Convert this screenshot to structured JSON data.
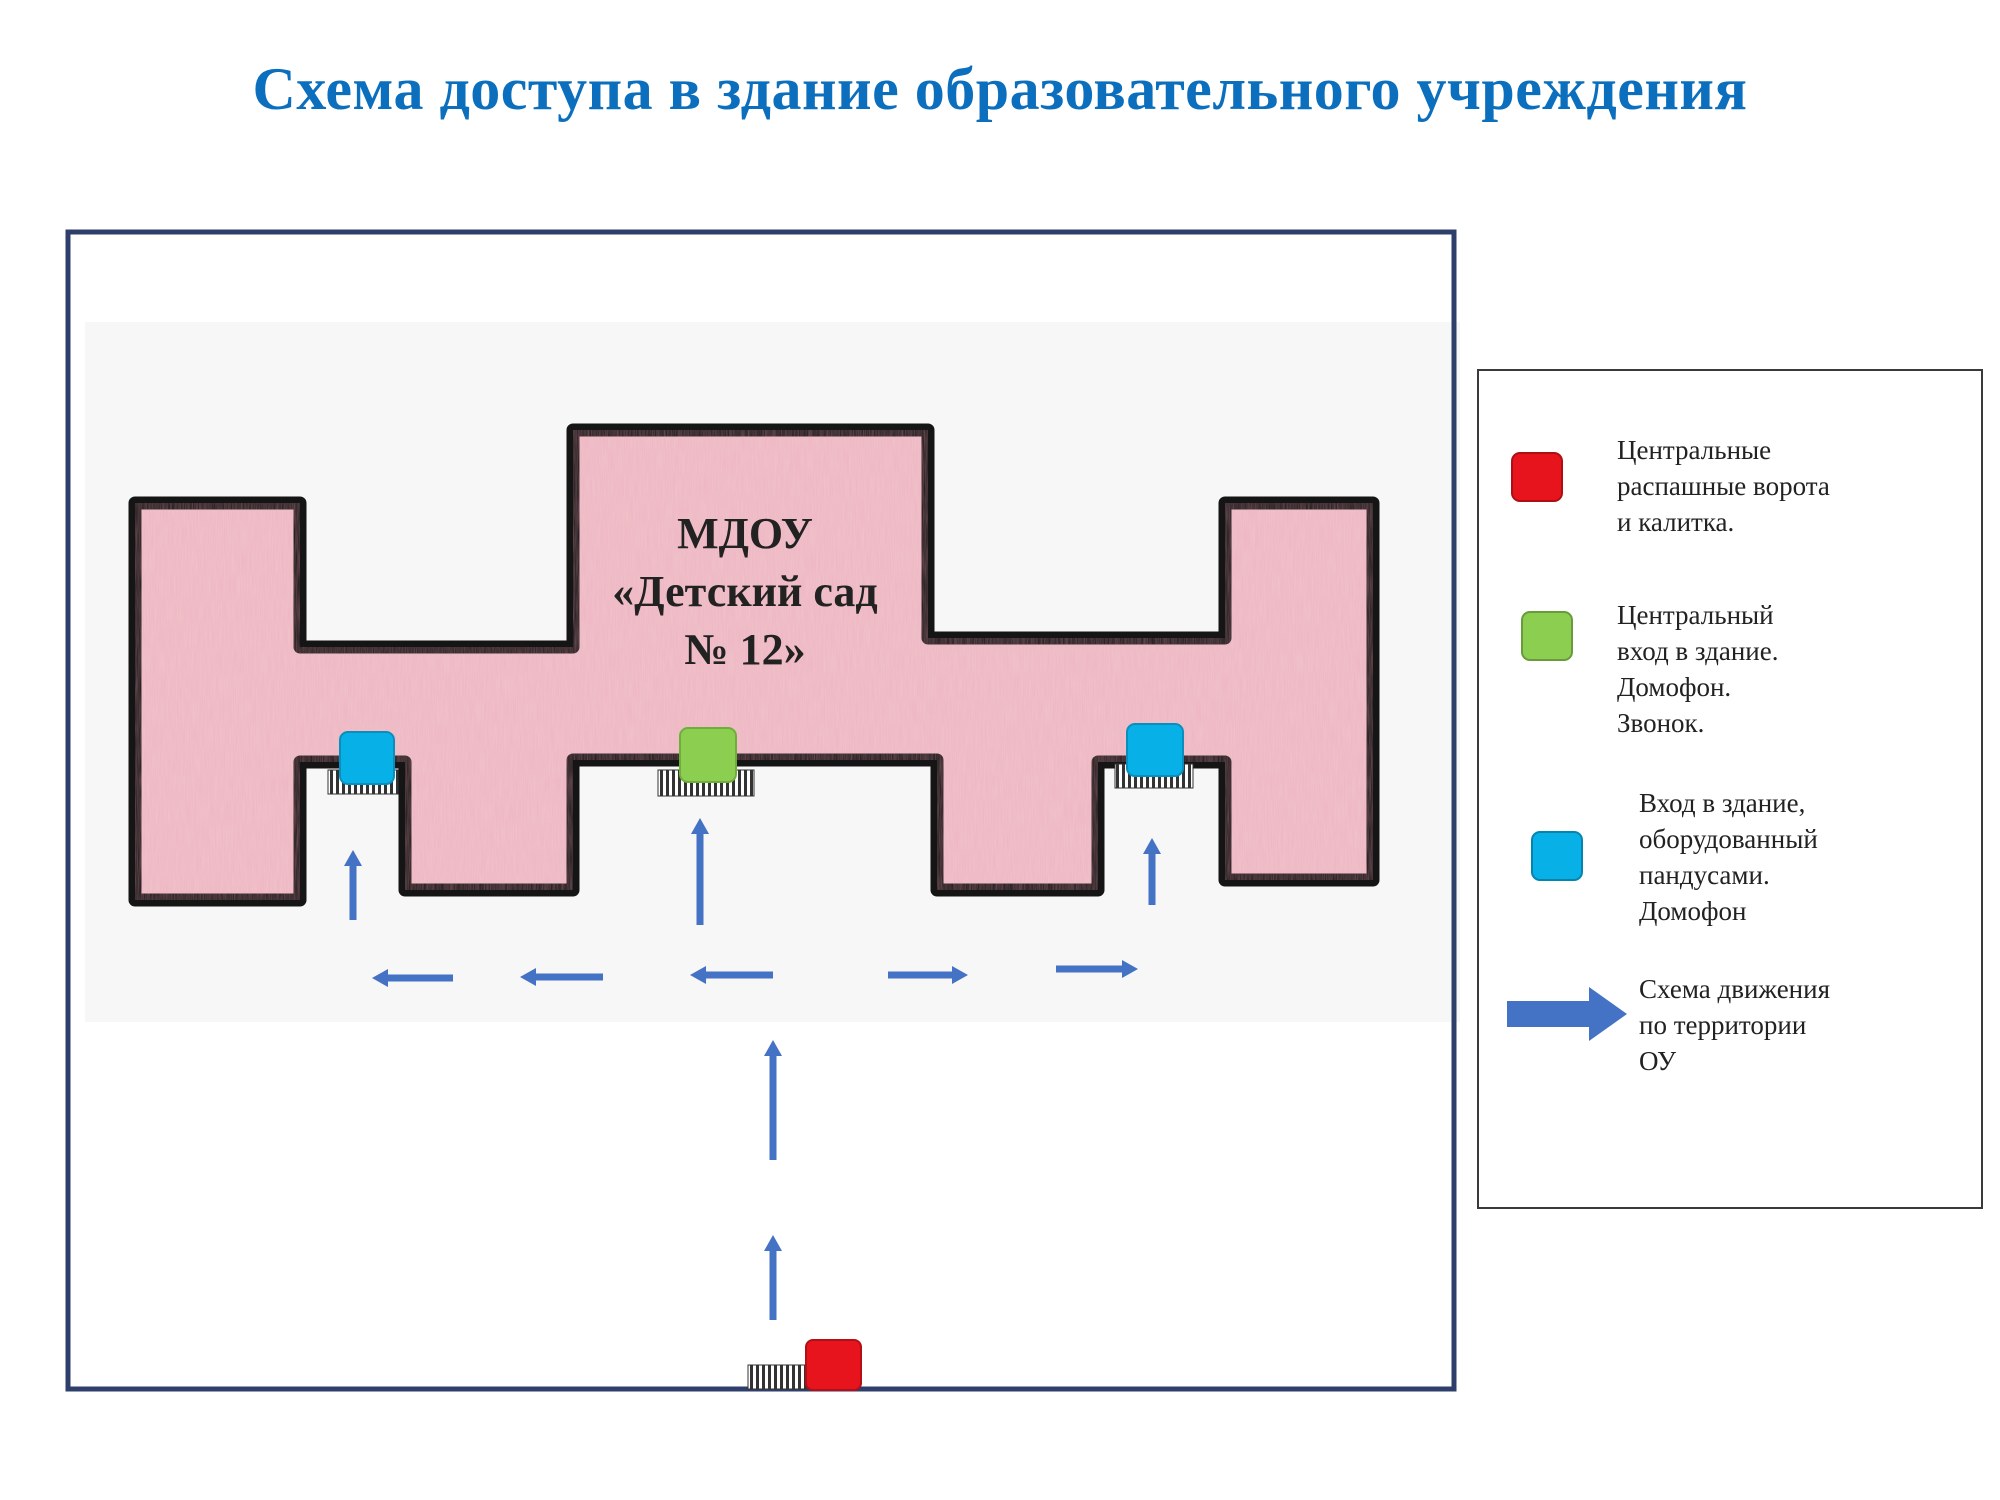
{
  "title": "Схема доступа в здание образовательного учреждения",
  "building": {
    "line1": "МДОУ",
    "line2": "«Детский сад",
    "line3": "№ 12»"
  },
  "legend": {
    "items": [
      {
        "color": "#e8141d",
        "text": "Центральные\nраспашные ворота\nи калитка."
      },
      {
        "color": "#8ccf50",
        "text": "Центральный\nвход в здание.\nДомофон.\nЗвонок."
      },
      {
        "color": "#08b0e8",
        "text": "Вход в здание,\nоборудованный\nпандусами.\nДомофон"
      },
      {
        "color": "#4472c4",
        "text": "Схема движения\nпо территории\nОУ"
      }
    ]
  },
  "colors": {
    "building_fill": "#f0c4cc",
    "building_outline": "#151515",
    "site_border": "#2d3f6a",
    "arrow": "#4472c4",
    "gate": "#e8141d",
    "main_entrance": "#8ccf50",
    "ramp_entrance": "#08b0e8",
    "title": "#0b6fbd"
  }
}
